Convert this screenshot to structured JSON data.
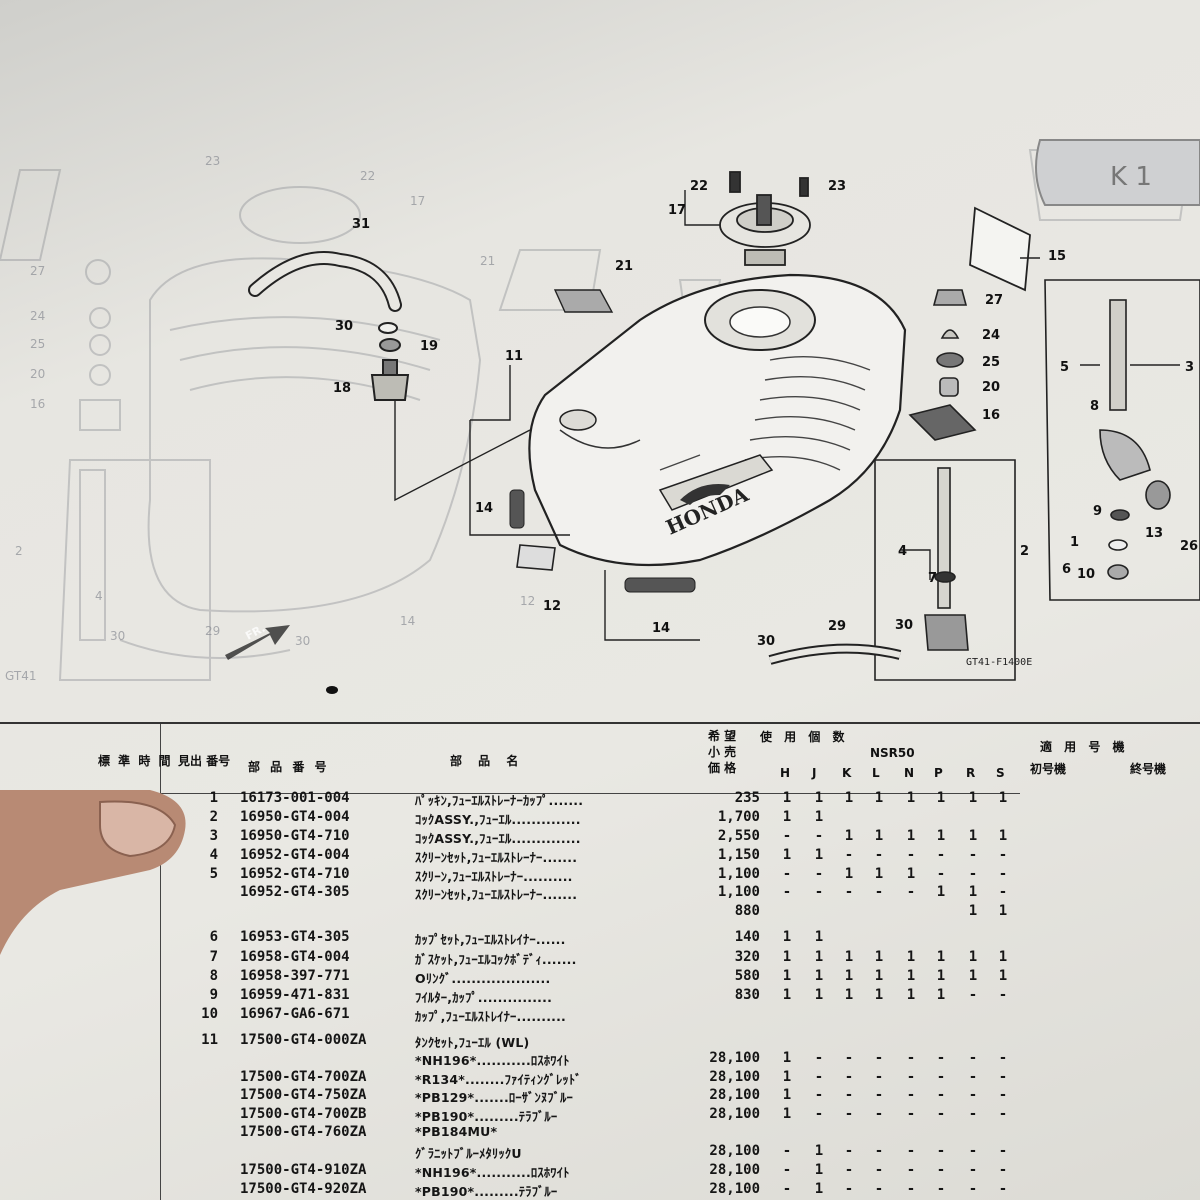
{
  "diagram": {
    "code": "GT41-F1400E",
    "callouts": [
      "1",
      "2",
      "3",
      "4",
      "5",
      "6",
      "7",
      "8",
      "9",
      "10",
      "11",
      "12",
      "13",
      "14",
      "14",
      "15",
      "16",
      "17",
      "18",
      "19",
      "20",
      "21",
      "22",
      "23",
      "24",
      "25",
      "26",
      "27",
      "29",
      "30",
      "30",
      "30",
      "31"
    ],
    "tank_logo": "HONDA",
    "front_arrow": "FR.",
    "corner_tag": "K 1"
  },
  "table": {
    "headers": {
      "std_time": "標 準 時 間",
      "ref_no": "見出 番号",
      "part_no": "部 品 番 号",
      "part_name": "部  品  名",
      "price": "希 望 小 売 価 格",
      "usage": "使    用    個    数",
      "model": "NSR50",
      "cols": [
        "H",
        "J",
        "K",
        "L",
        "N",
        "P",
        "R",
        "S"
      ],
      "applicable": "適 用 号 機",
      "first": "初号機",
      "last": "終号機"
    },
    "rows": [
      {
        "ref": "1",
        "part_no": "16173-001-004",
        "name": "ﾊﾟｯｷﾝ,ﾌｭｰｴﾙｽﾄﾚｰﾅｰｶｯﾌﾟ.......",
        "price": "235",
        "qty": [
          "1",
          "1",
          "1",
          "1",
          "1",
          "1",
          "1",
          "1"
        ]
      },
      {
        "ref": "2",
        "part_no": "16950-GT4-004",
        "name": "ｺｯｸASSY.,ﾌｭｰｴﾙ..............",
        "price": "1,700",
        "qty": [
          "1",
          "1",
          "",
          "",
          "",
          "",
          "",
          ""
        ]
      },
      {
        "ref": "3",
        "part_no": "16950-GT4-710",
        "name": "ｺｯｸASSY.,ﾌｭｰｴﾙ..............",
        "price": "2,550",
        "qty": [
          "-",
          "-",
          "1",
          "1",
          "1",
          "1",
          "1",
          "1"
        ]
      },
      {
        "ref": "4",
        "part_no": "16952-GT4-004",
        "name": "ｽｸﾘｰﾝｾｯﾄ,ﾌｭｰｴﾙｽﾄﾚｰﾅｰ.......",
        "price": "1,150",
        "qty": [
          "1",
          "1",
          "-",
          "-",
          "-",
          "-",
          "-",
          "-"
        ]
      },
      {
        "ref": "5",
        "part_no": "16952-GT4-710",
        "name": "ｽｸﾘｰﾝ,ﾌｭｰｴﾙｽﾄﾚｰﾅｰ..........",
        "price": "1,100",
        "qty": [
          "-",
          "-",
          "1",
          "1",
          "1",
          "-",
          "-",
          "-"
        ]
      },
      {
        "ref": "",
        "part_no": "16952-GT4-305",
        "name": "ｽｸﾘｰﾝｾｯﾄ,ﾌｭｰｴﾙｽﾄﾚｰﾅｰ.......",
        "price": "1,100",
        "qty": [
          "-",
          "-",
          "-",
          "-",
          "-",
          "1",
          "1",
          "-"
        ]
      },
      {
        "ref": "",
        "part_no": "",
        "name": "",
        "price": "880",
        "qty": [
          "",
          "",
          "",
          "",
          "",
          "",
          "1",
          "1"
        ]
      },
      {
        "ref": "6",
        "part_no": "16953-GT4-305",
        "name": "ｶｯﾌﾟｾｯﾄ,ﾌｭｰｴﾙｽﾄﾚｲﾅｰ......",
        "price": "140",
        "qty": [
          "1",
          "1",
          "",
          "",
          "",
          "",
          "",
          ""
        ]
      },
      {
        "ref": "7",
        "part_no": "16958-GT4-004",
        "name": "ｶﾞｽｹｯﾄ,ﾌｭｰｴﾙｺｯｸﾎﾞﾃﾞｨ.......",
        "price": "320",
        "qty": [
          "1",
          "1",
          "1",
          "1",
          "1",
          "1",
          "1",
          "1"
        ]
      },
      {
        "ref": "8",
        "part_no": "16958-397-771",
        "name": "Oﾘﾝｸﾞ....................",
        "price": "580",
        "qty": [
          "1",
          "1",
          "1",
          "1",
          "1",
          "1",
          "1",
          "1"
        ]
      },
      {
        "ref": "9",
        "part_no": "16959-471-831",
        "name": "ﾌｲﾙﾀｰ,ｶｯﾌﾟ...............",
        "price": "830",
        "qty": [
          "1",
          "1",
          "1",
          "1",
          "1",
          "1",
          "-",
          "-"
        ]
      },
      {
        "ref": "10",
        "part_no": "16967-GA6-671",
        "name": "ｶｯﾌﾟ,ﾌｭｰｴﾙｽﾄﾚｲﾅｰ..........",
        "price": "",
        "qty": [
          "",
          "",
          "",
          "",
          "",
          "",
          "",
          ""
        ]
      },
      {
        "ref": "11",
        "part_no": "17500-GT4-000ZA",
        "name": "ﾀﾝｸｾｯﾄ,ﾌｭｰｴﾙ (WL)",
        "price": "",
        "qty": [
          "",
          "",
          "",
          "",
          "",
          "",
          "",
          ""
        ]
      },
      {
        "ref": "",
        "part_no": "",
        "name": "*NH196*...........ﾛｽﾎﾜｲﾄ",
        "price": "28,100",
        "qty": [
          "1",
          "-",
          "-",
          "-",
          "-",
          "-",
          "-",
          "-"
        ]
      },
      {
        "ref": "",
        "part_no": "17500-GT4-700ZA",
        "name": "*R134*........ﾌｧｲﾃｨﾝｸﾞﾚｯﾄﾞ",
        "price": "28,100",
        "qty": [
          "1",
          "-",
          "-",
          "-",
          "-",
          "-",
          "-",
          "-"
        ]
      },
      {
        "ref": "",
        "part_no": "17500-GT4-750ZA",
        "name": "*PB129*.......ﾛｰｻﾞﾝﾇﾌﾞﾙｰ",
        "price": "28,100",
        "qty": [
          "1",
          "-",
          "-",
          "-",
          "-",
          "-",
          "-",
          "-"
        ]
      },
      {
        "ref": "",
        "part_no": "17500-GT4-700ZB",
        "name": "*PB190*.........ﾃﾗﾌﾞﾙｰ",
        "price": "28,100",
        "qty": [
          "1",
          "-",
          "-",
          "-",
          "-",
          "-",
          "-",
          "-"
        ]
      },
      {
        "ref": "",
        "part_no": "17500-GT4-760ZA",
        "name": "*PB184MU*",
        "price": "",
        "qty": [
          "",
          "",
          "",
          "",
          "",
          "",
          "",
          ""
        ]
      },
      {
        "ref": "",
        "part_no": "",
        "name": "ｸﾞﾗﾆｯﾄﾌﾞﾙｰﾒﾀﾘｯｸU",
        "price": "28,100",
        "qty": [
          "-",
          "1",
          "-",
          "-",
          "-",
          "-",
          "-",
          "-"
        ]
      },
      {
        "ref": "",
        "part_no": "17500-GT4-910ZA",
        "name": "*NH196*...........ﾛｽﾎﾜｲﾄ",
        "price": "28,100",
        "qty": [
          "-",
          "1",
          "-",
          "-",
          "-",
          "-",
          "-",
          "-"
        ]
      },
      {
        "ref": "",
        "part_no": "17500-GT4-920ZA",
        "name": "*PB190*.........ﾃﾗﾌﾞﾙｰ",
        "price": "28,100",
        "qty": [
          "-",
          "1",
          "-",
          "-",
          "-",
          "-",
          "-",
          "-"
        ]
      }
    ]
  },
  "colors": {
    "paper": "#e8e7e2",
    "ink": "#151515",
    "ghost": "#8a8d94",
    "tank": "#f2f1ee"
  }
}
